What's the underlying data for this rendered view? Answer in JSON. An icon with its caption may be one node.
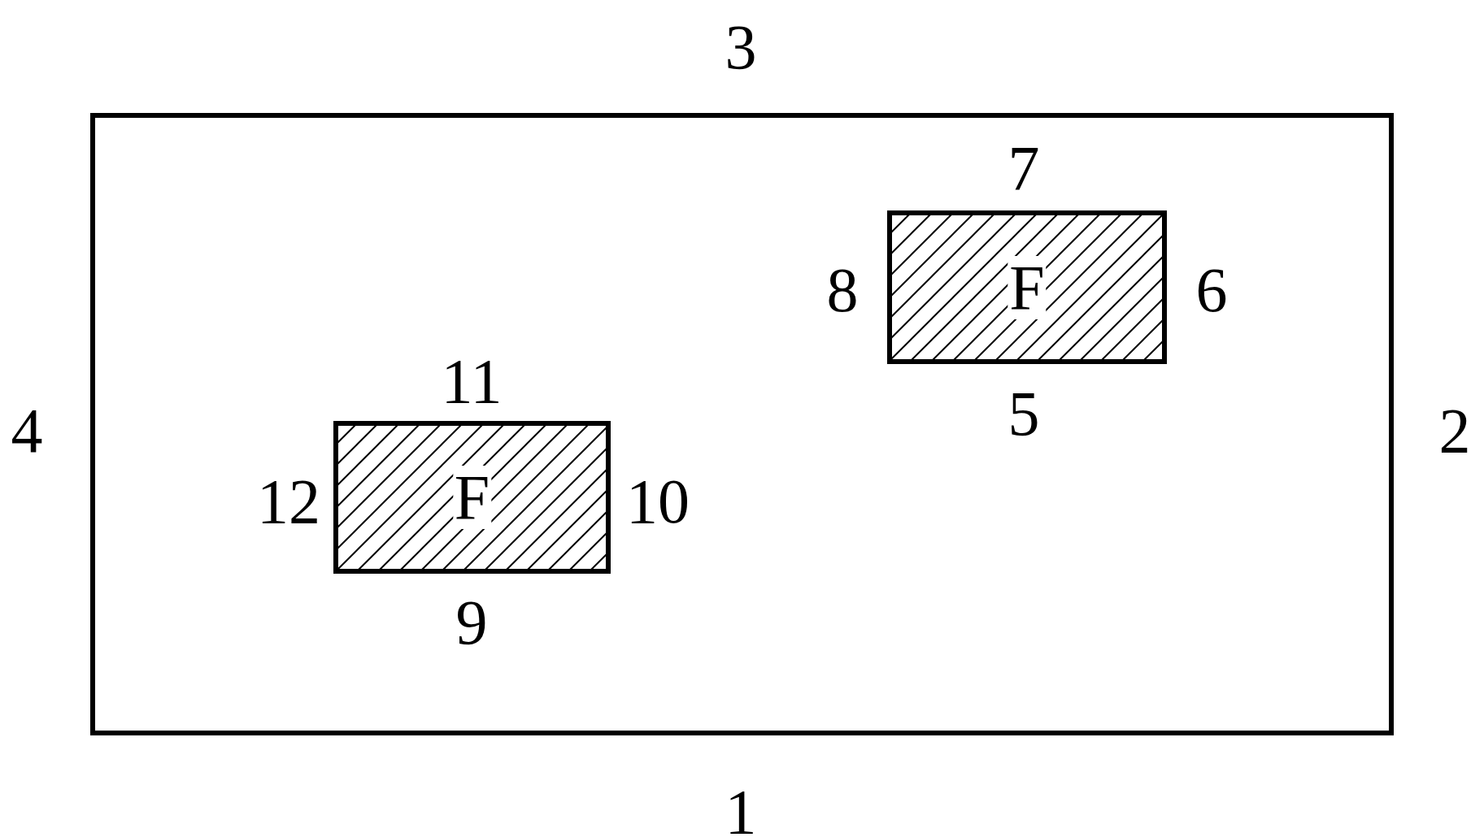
{
  "diagram": {
    "nodes": [
      {
        "text": [],
        "shape": "box",
        "beside": [
          "3",
          "4",
          "2",
          "1"
        ]
      },
      {
        "text": [
          "F"
        ],
        "in": 0,
        "beside": [
          "7",
          "8",
          "6",
          "5"
        ]
      },
      {
        "text": [
          "F"
        ],
        "in": 0,
        "beside": [
          "11",
          "12",
          "10",
          "9"
        ]
      }
    ]
  }
}
